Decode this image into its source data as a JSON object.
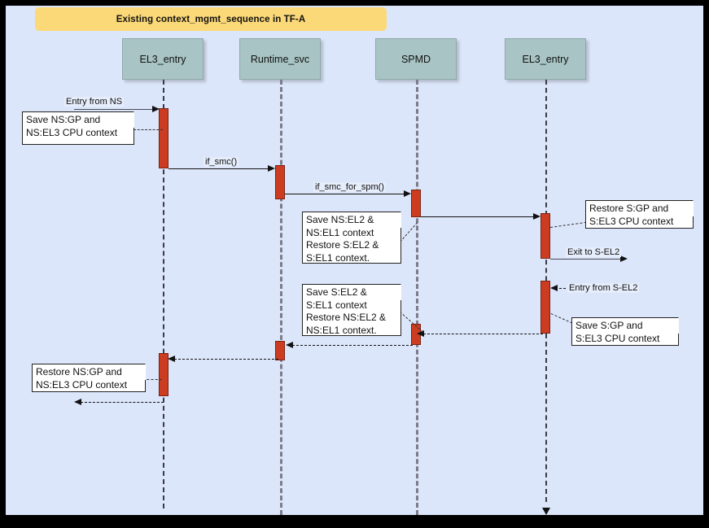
{
  "diagram": {
    "title": "Existing context_mgmt_sequence in TF-A",
    "background_color": "#dce6fa",
    "title_banner_color": "#fcd978",
    "participant_color": "#a8c4c4",
    "activation_color": "#cc3c20",
    "participants": [
      {
        "id": "el3_entry_left",
        "label": "EL3_entry"
      },
      {
        "id": "runtime_svc",
        "label": "Runtime_svc"
      },
      {
        "id": "spmd",
        "label": "SPMD"
      },
      {
        "id": "el3_entry_right",
        "label": "EL3_entry"
      }
    ],
    "messages": [
      {
        "id": "m1",
        "label": "Entry from NS"
      },
      {
        "id": "m2",
        "label": "if_smc()"
      },
      {
        "id": "m3",
        "label": "if_smc_for_spm()"
      },
      {
        "id": "m4",
        "label": "Exit to S-EL2"
      },
      {
        "id": "m5",
        "label": "Entry from S-EL2"
      }
    ],
    "notes": [
      {
        "id": "note1",
        "lines": [
          "Save NS:GP and",
          "NS:EL3 CPU context"
        ]
      },
      {
        "id": "note2",
        "lines": [
          "Save NS:EL2 &",
          "NS:EL1 context",
          "Restore S:EL2 &",
          "S:EL1 context."
        ]
      },
      {
        "id": "note3",
        "lines": [
          "Restore S:GP and",
          "S:EL3 CPU context"
        ]
      },
      {
        "id": "note4",
        "lines": [
          "Save S:EL2 &",
          "S:EL1 context",
          "Restore NS:EL2 &",
          "NS:EL1 context."
        ]
      },
      {
        "id": "note5",
        "lines": [
          "Save S:GP and",
          "S:EL3 CPU context"
        ]
      },
      {
        "id": "note6",
        "lines": [
          "Restore NS:GP and",
          "NS:EL3 CPU context"
        ]
      }
    ]
  }
}
